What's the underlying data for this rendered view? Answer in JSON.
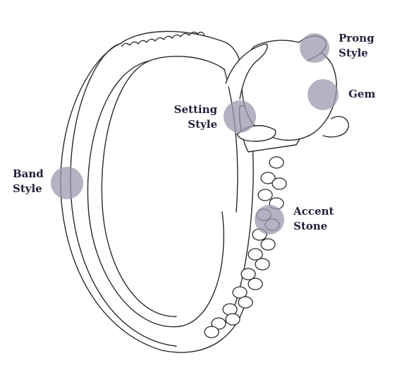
{
  "colors": {
    "background": "#ffffff",
    "line": "#2a2a2a",
    "hotspot": "#9c9aaf",
    "label": "#22223d"
  },
  "hotspots": [
    {
      "id": "prong-style",
      "lines": [
        "Prong",
        "Style"
      ]
    },
    {
      "id": "gem",
      "lines": [
        "Gem"
      ]
    },
    {
      "id": "setting-style",
      "lines": [
        "Setting",
        "Style"
      ]
    },
    {
      "id": "band-style",
      "lines": [
        "Band",
        "Style"
      ]
    },
    {
      "id": "accent-stone",
      "lines": [
        "Accent",
        "Stone"
      ]
    }
  ]
}
